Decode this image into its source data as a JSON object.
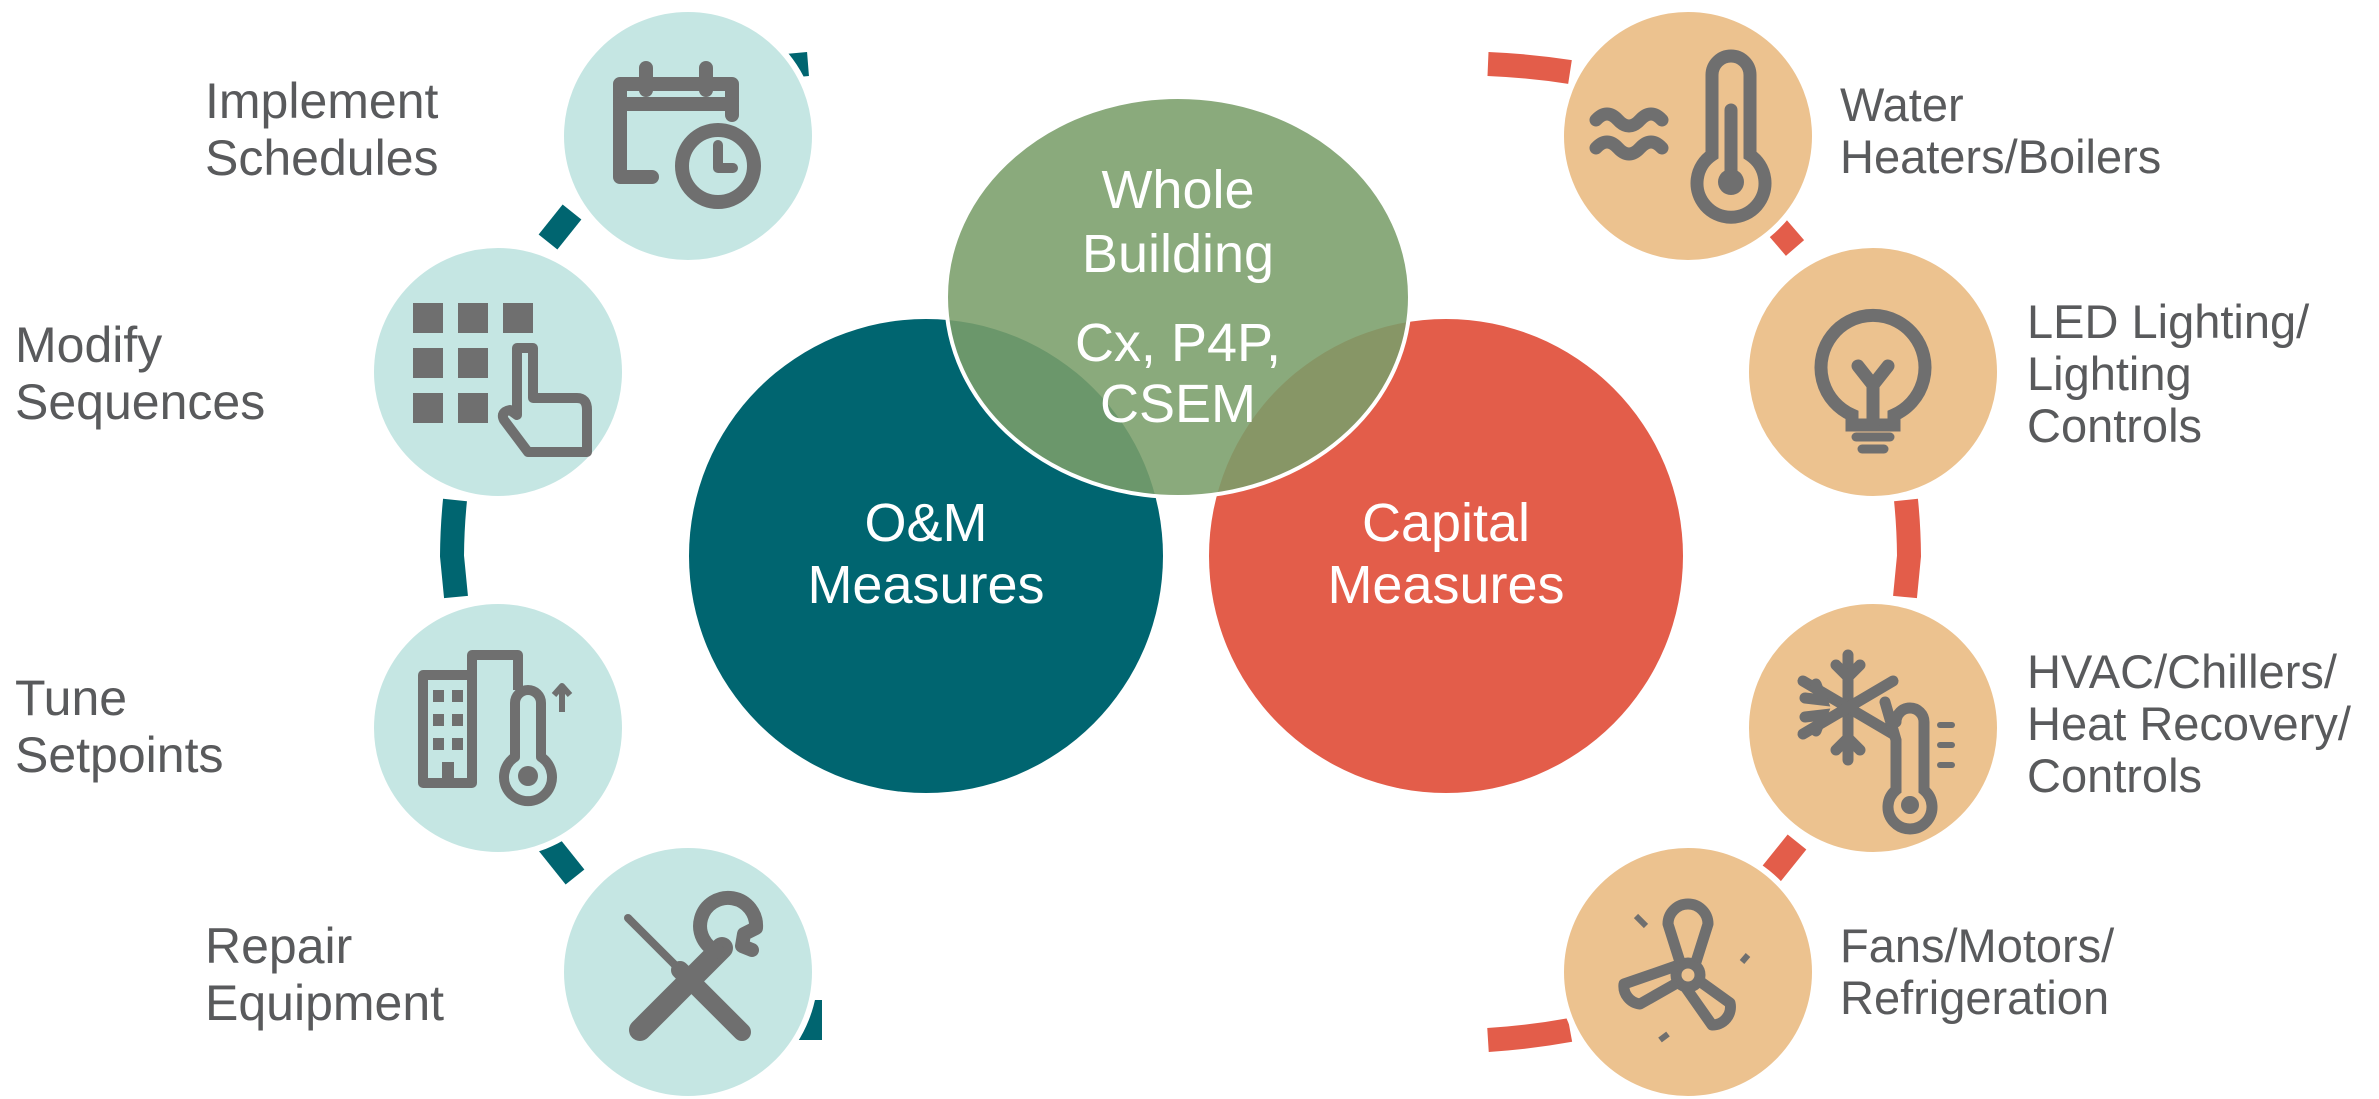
{
  "colors": {
    "teal_dark": "#006570",
    "teal_light": "#c5e6e3",
    "green": "#7a9e6a",
    "coral": "#e35d4a",
    "tan": "#ecc28f",
    "icon_gray": "#6f6f6f",
    "label_gray": "#595a5c"
  },
  "center": {
    "whole_building": {
      "line1": "Whole",
      "line2": "Building",
      "line3": "Cx, P4P,",
      "line4": "CSEM"
    },
    "om": {
      "line1": "O&M",
      "line2": "Measures"
    },
    "capital": {
      "line1": "Capital",
      "line2": "Measures"
    }
  },
  "left_items": [
    {
      "icon": "calendar-clock-icon",
      "lines": [
        "Implement",
        "Schedules"
      ]
    },
    {
      "icon": "keypad-hand-icon",
      "lines": [
        "Modify",
        "Sequences"
      ]
    },
    {
      "icon": "building-thermometer-icon",
      "lines": [
        "Tune",
        "Setpoints"
      ]
    },
    {
      "icon": "wrench-screwdriver-icon",
      "lines": [
        "Repair",
        "Equipment"
      ]
    }
  ],
  "right_items": [
    {
      "icon": "water-thermometer-icon",
      "lines": [
        "Water",
        "Heaters/Boilers"
      ]
    },
    {
      "icon": "lightbulb-icon",
      "lines": [
        "LED Lighting/",
        "Lighting",
        "Controls"
      ]
    },
    {
      "icon": "snowflake-thermometer-icon",
      "lines": [
        "HVAC/Chillers/",
        "Heat Recovery/",
        "Controls"
      ]
    },
    {
      "icon": "fan-icon",
      "lines": [
        "Fans/Motors/",
        "Refrigeration"
      ]
    }
  ]
}
